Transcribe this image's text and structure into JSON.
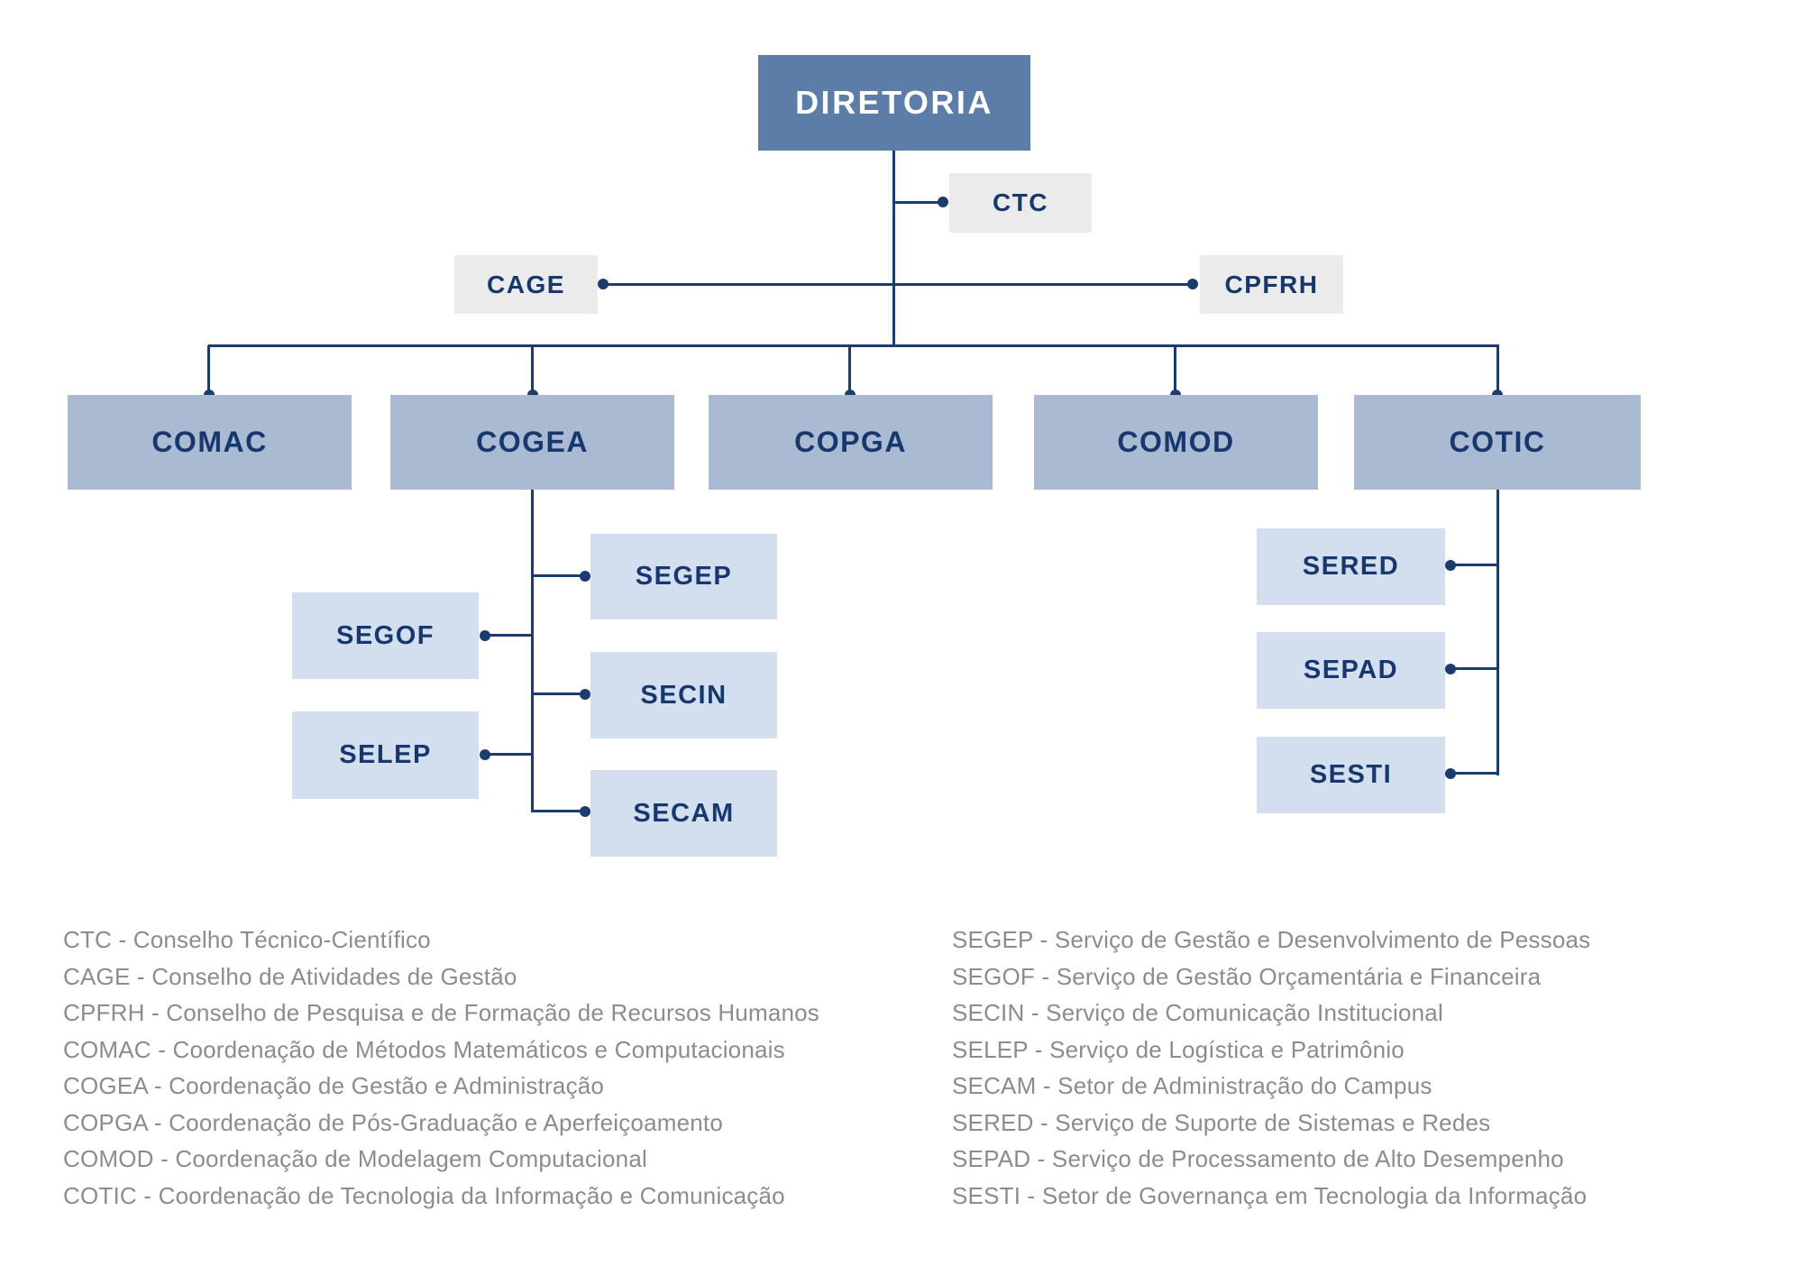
{
  "chart": {
    "root": {
      "label": "DIRETORIA"
    },
    "ctc": {
      "label": "CTC"
    },
    "cage": {
      "label": "CAGE"
    },
    "cpfrh": {
      "label": "CPFRH"
    },
    "coordinations": [
      {
        "label": "COMAC"
      },
      {
        "label": "COGEA"
      },
      {
        "label": "COPGA"
      },
      {
        "label": "COMOD"
      },
      {
        "label": "COTIC"
      }
    ],
    "cogea_children": {
      "left": [
        {
          "label": "SEGOF"
        },
        {
          "label": "SELEP"
        }
      ],
      "right": [
        {
          "label": "SEGEP"
        },
        {
          "label": "SECIN"
        },
        {
          "label": "SECAM"
        }
      ]
    },
    "cotic_children": [
      {
        "label": "SERED"
      },
      {
        "label": "SEPAD"
      },
      {
        "label": "SESTI"
      }
    ]
  },
  "legend": {
    "left": [
      "CTC - Conselho Técnico-Científico",
      "CAGE - Conselho de Atividades de Gestão",
      "CPFRH - Conselho de Pesquisa e de Formação de Recursos Humanos",
      "COMAC - Coordenação de Métodos Matemáticos e Computacionais",
      "COGEA - Coordenação de Gestão e Administração",
      "COPGA - Coordenação de Pós-Graduação e Aperfeiçoamento",
      "COMOD - Coordenação de Modelagem Computacional",
      "COTIC - Coordenação de Tecnologia da Informação e Comunicação"
    ],
    "right": [
      "SEGEP - Serviço de Gestão e Desenvolvimento de Pessoas",
      "SEGOF - Serviço de Gestão Orçamentária e Financeira",
      "SECIN - Serviço de Comunicação Institucional",
      "SELEP - Serviço de Logística e Patrimônio",
      "SECAM - Setor de Administração do Campus",
      "SERED - Serviço de Suporte de Sistemas e Redes",
      "SEPAD - Serviço de Processamento de Alto Desempenho",
      "SESTI - Setor de Governança em Tecnologia da Informação"
    ]
  },
  "colors": {
    "root_box": "#5b7da8",
    "coordination_box": "#a9bad2",
    "sub_box": "#d3dfee",
    "council_box": "#ebebeb",
    "line_and_text": "#1b3c71",
    "box_text": "#16386e",
    "legend_text": "#8c8c8c",
    "background": "#ffffff"
  }
}
